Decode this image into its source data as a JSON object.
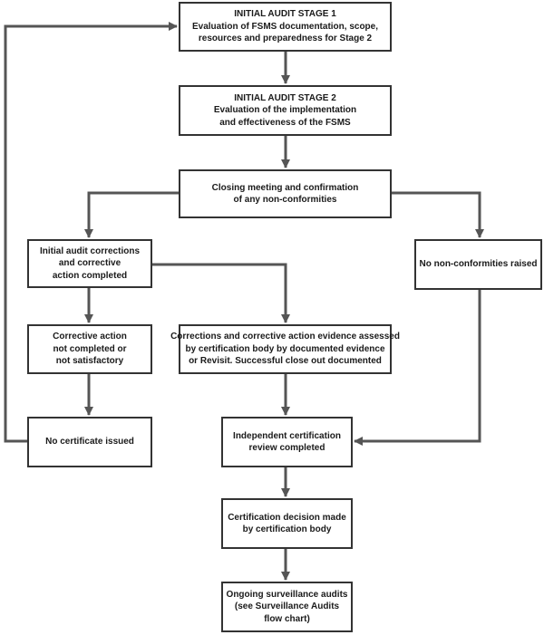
{
  "diagram": {
    "colors": {
      "line": "#555555",
      "border": "#333333",
      "text": "#1a1a1a",
      "background": "#ffffff"
    },
    "nodes": {
      "stage1": [
        "INITIAL AUDIT STAGE 1",
        "Evaluation of FSMS documentation, scope,",
        "resources and preparedness for Stage 2"
      ],
      "stage2": [
        "INITIAL AUDIT STAGE 2",
        "Evaluation of the implementation",
        "and effectiveness of the FSMS"
      ],
      "closing": [
        "Closing meeting and confirmation",
        "of any non-conformities"
      ],
      "corrections": [
        "Initial audit corrections",
        "and corrective",
        "action completed"
      ],
      "no_nc": [
        "No non-conformities raised"
      ],
      "not_completed": [
        "Corrective action",
        "not completed or",
        "not satisfactory"
      ],
      "evidence": [
        "Corrections and corrective action evidence assessed",
        "by certification body by documented evidence",
        "or Revisit. Successful close out documented"
      ],
      "no_certificate": [
        "No certificate issued"
      ],
      "review": [
        "Independent certification",
        "review completed"
      ],
      "decision": [
        "Certification decision made",
        "by certification body"
      ],
      "surveillance": [
        "Ongoing surveillance audits",
        "(see Surveillance Audits",
        "flow chart)"
      ]
    }
  }
}
